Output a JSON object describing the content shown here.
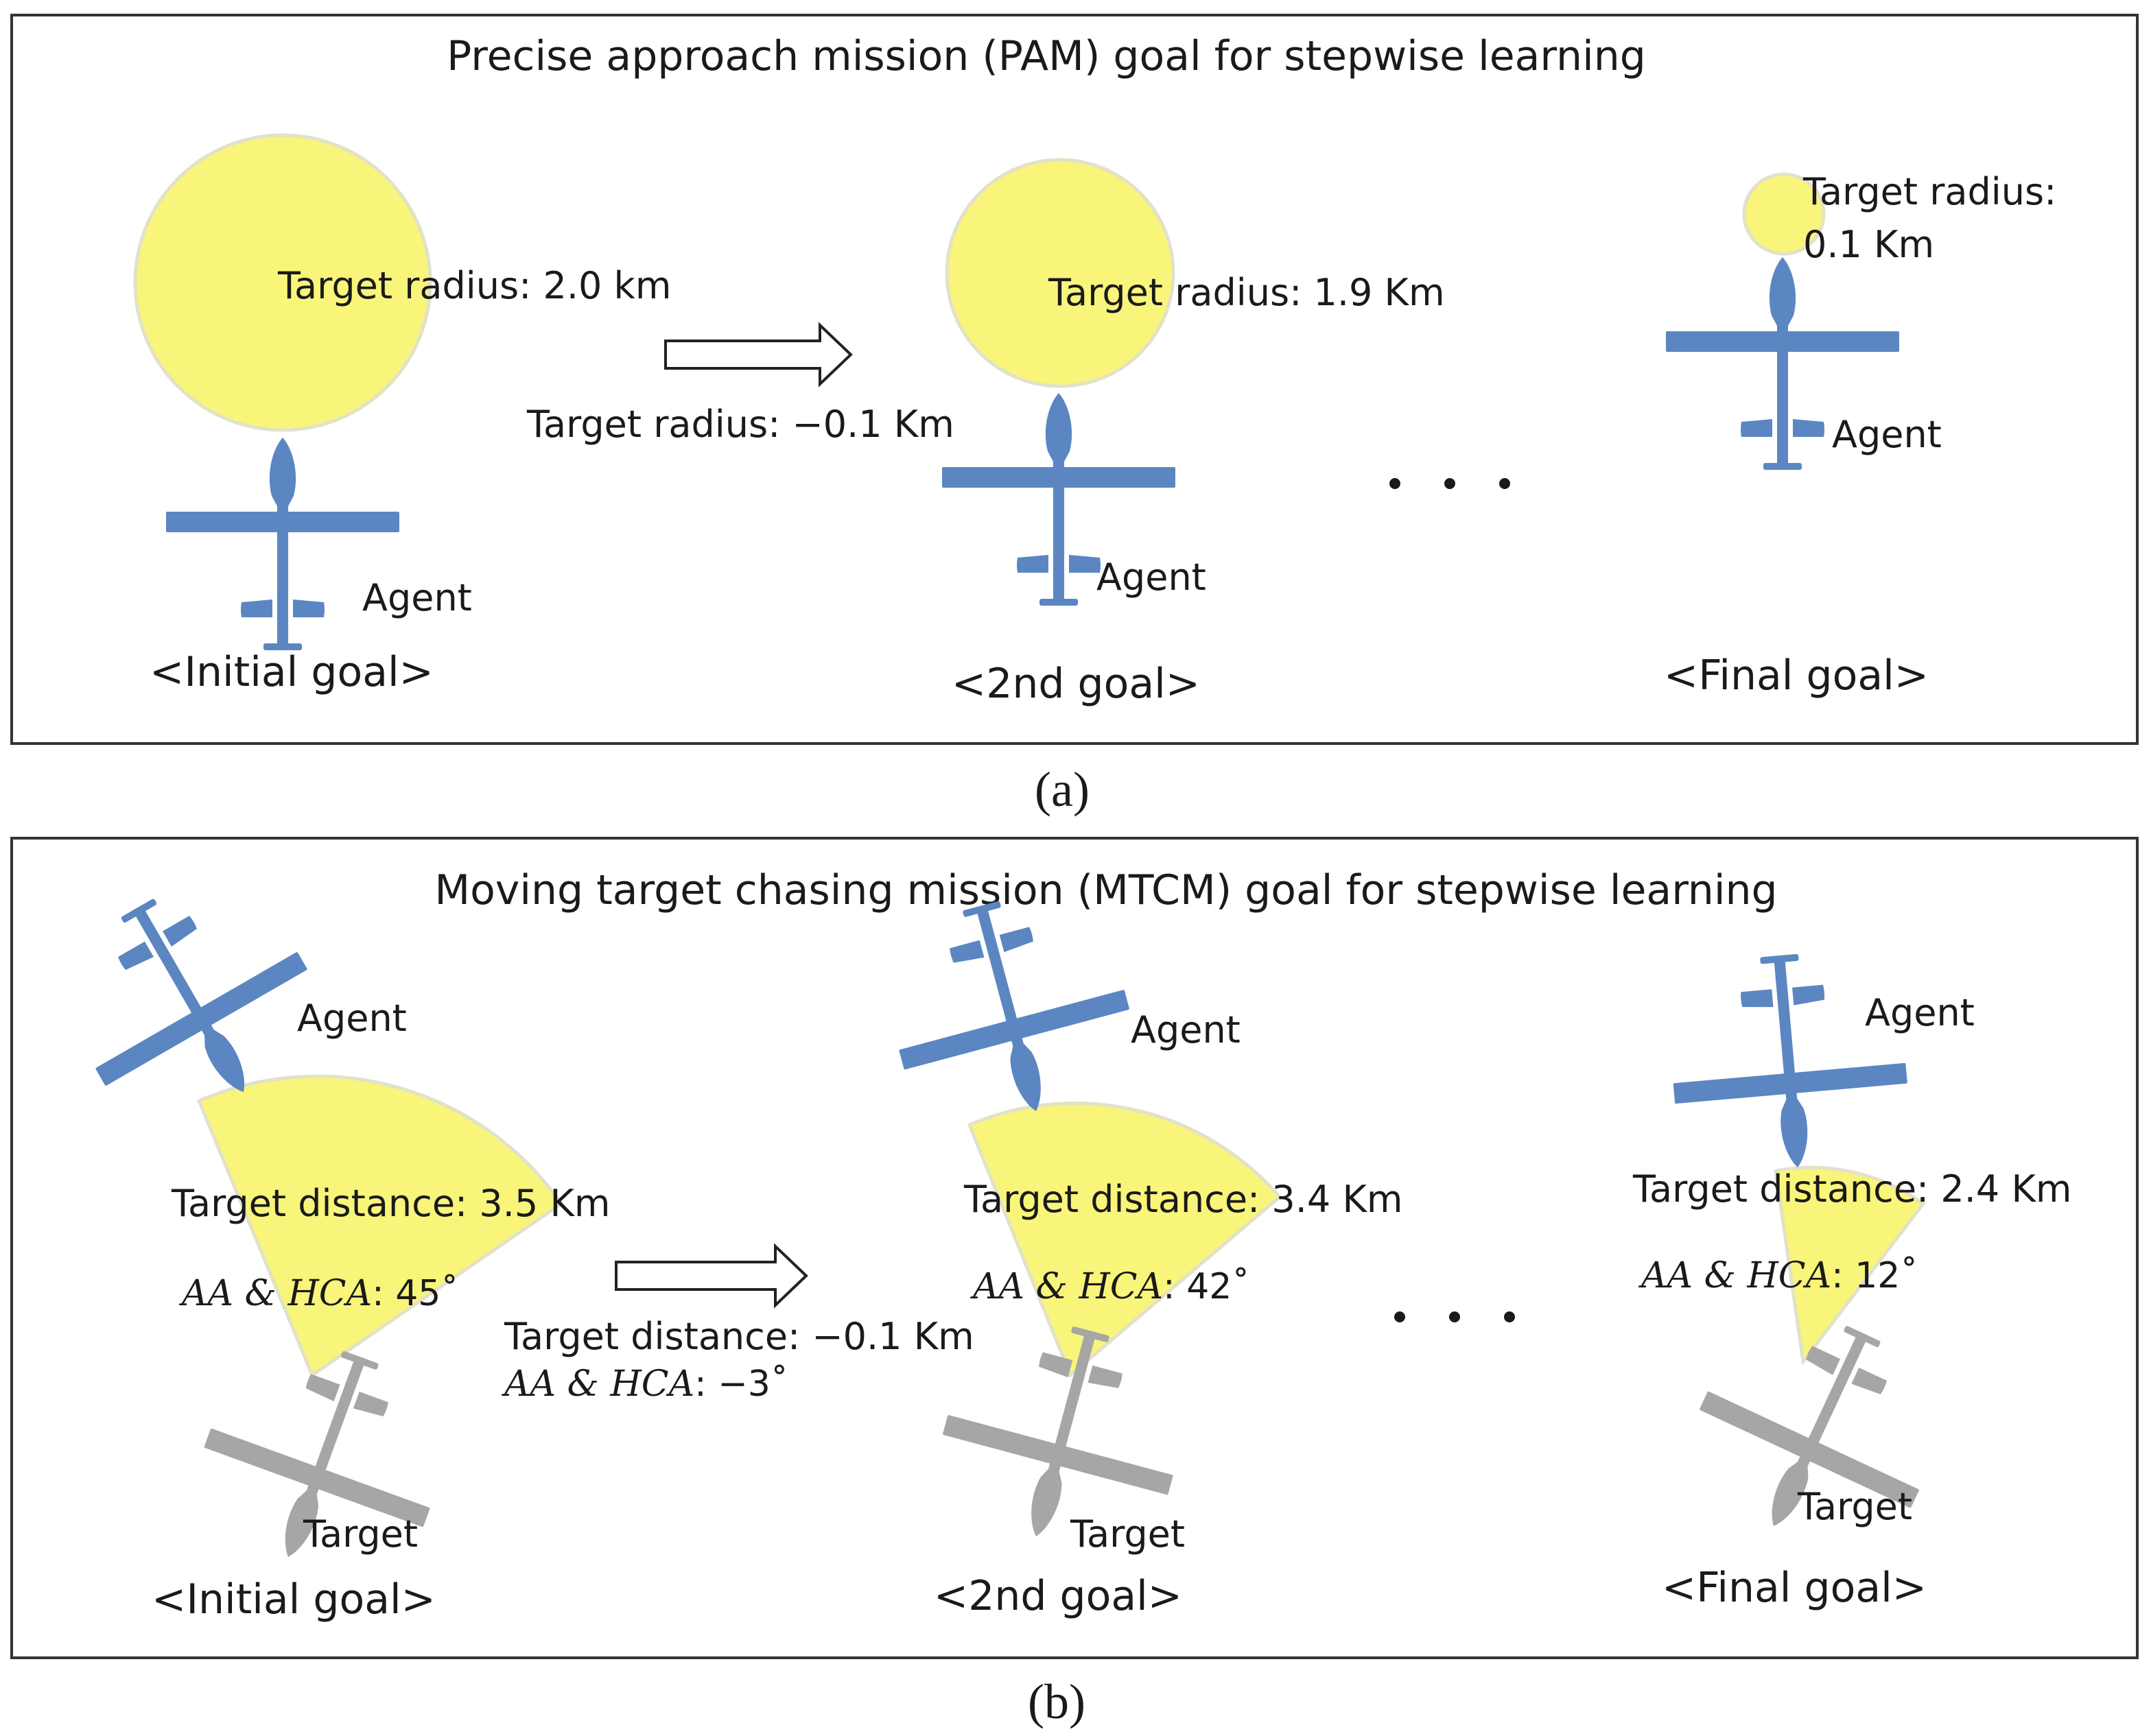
{
  "colors": {
    "agent": "#5b86c2",
    "target": "#a6a6a6",
    "zone": "#f8f57a",
    "frame": "#333333",
    "arrow_fill": "#ffffff",
    "arrow_stroke": "#222222"
  },
  "panel_a": {
    "title": "Precise approach mission (PAM) goal for stepwise learning",
    "caption": "(a)",
    "step_label": "Target radius: −0.1 Km",
    "ellipsis": "…",
    "goals": [
      {
        "radius_label": "Target radius: 2.0 km",
        "agent_label": "Agent",
        "goal_label": "<Initial goal>"
      },
      {
        "radius_label": "Target radius: 1.9 Km",
        "agent_label": "Agent",
        "goal_label": "<2nd goal>"
      },
      {
        "radius_label_line1": "Target radius:",
        "radius_label_line2": "0.1 Km",
        "agent_label": "Agent",
        "goal_label": "<Final goal>"
      }
    ]
  },
  "panel_b": {
    "title": "Moving target chasing mission (MTCM) goal for stepwise learning",
    "caption": "(b)",
    "step_label_distance": "Target distance: −0.1 Km",
    "step_label_angle_italic": "AA & HCA",
    "step_label_angle_value": ": −3˚",
    "ellipsis": "…",
    "goals": [
      {
        "distance_label": "Target distance: 3.5 Km",
        "angle_italic": "AA & HCA",
        "angle_value": ": 45˚",
        "agent_label": "Agent",
        "target_label": "Target",
        "goal_label": "<Initial goal>"
      },
      {
        "distance_label": "Target distance: 3.4 Km",
        "angle_italic": "AA & HCA",
        "angle_value": ": 42˚",
        "agent_label": "Agent",
        "target_label": "Target",
        "goal_label": "<2nd goal>"
      },
      {
        "distance_label": "Target distance: 2.4 Km",
        "angle_italic": "AA & HCA",
        "angle_value": ": 12˚",
        "agent_label": "Agent",
        "target_label": "Target",
        "goal_label": "<Final goal>"
      }
    ]
  }
}
